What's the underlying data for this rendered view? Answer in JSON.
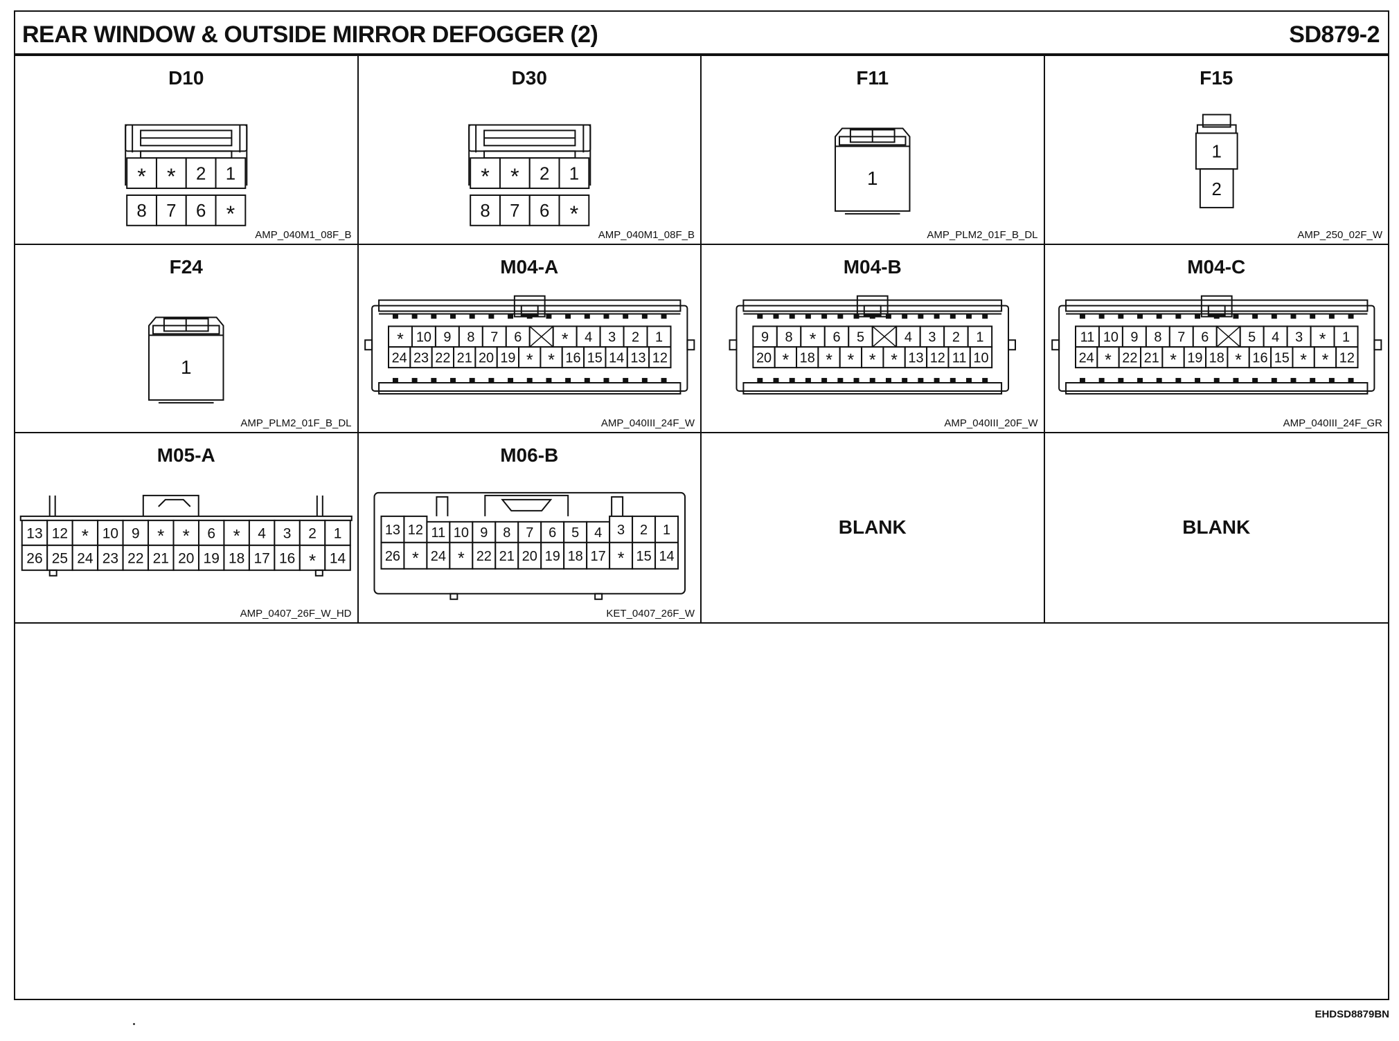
{
  "header": {
    "title": "REAR WINDOW & OUTSIDE MIRROR DEFOGGER (2)",
    "code": "SD879-2"
  },
  "footer": {
    "code": "EHDSD8879BN"
  },
  "connectors": [
    {
      "id": "D10",
      "part": "AMP_040M1_08F_B",
      "rows": [
        [
          "*",
          "*",
          "2",
          "1"
        ],
        [
          "8",
          "7",
          "6",
          "*"
        ]
      ]
    },
    {
      "id": "D30",
      "part": "AMP_040M1_08F_B",
      "rows": [
        [
          "*",
          "*",
          "2",
          "1"
        ],
        [
          "8",
          "7",
          "6",
          "*"
        ]
      ]
    },
    {
      "id": "F11",
      "part": "AMP_PLM2_01F_B_DL",
      "rows": [
        [
          "1"
        ]
      ]
    },
    {
      "id": "F15",
      "part": "AMP_250_02F_W",
      "rows": [
        [
          "1"
        ],
        [
          "2"
        ]
      ]
    },
    {
      "id": "F24",
      "part": "AMP_PLM2_01F_B_DL",
      "rows": [
        [
          "1"
        ]
      ]
    },
    {
      "id": "M04-A",
      "part": "AMP_040III_24F_W",
      "rows": [
        [
          "*",
          "10",
          "9",
          "8",
          "7",
          "6",
          "X",
          "*",
          "4",
          "3",
          "2",
          "1"
        ],
        [
          "24",
          "23",
          "22",
          "21",
          "20",
          "19",
          "*",
          "*",
          "16",
          "15",
          "14",
          "13",
          "12"
        ]
      ]
    },
    {
      "id": "M04-B",
      "part": "AMP_040III_20F_W",
      "rows": [
        [
          "9",
          "8",
          "*",
          "6",
          "5",
          "X",
          "4",
          "3",
          "2",
          "1"
        ],
        [
          "20",
          "*",
          "18",
          "*",
          "*",
          "*",
          "*",
          "13",
          "12",
          "11",
          "10"
        ]
      ]
    },
    {
      "id": "M04-C",
      "part": "AMP_040III_24F_GR",
      "rows": [
        [
          "11",
          "10",
          "9",
          "8",
          "7",
          "6",
          "X",
          "5",
          "4",
          "3",
          "*",
          "1"
        ],
        [
          "24",
          "*",
          "22",
          "21",
          "*",
          "19",
          "18",
          "*",
          "16",
          "15",
          "*",
          "*",
          "12"
        ]
      ]
    },
    {
      "id": "M05-A",
      "part": "AMP_0407_26F_W_HD",
      "rows": [
        [
          "13",
          "12",
          "*",
          "10",
          "9",
          "*",
          "*",
          "6",
          "*",
          "4",
          "3",
          "2",
          "1"
        ],
        [
          "26",
          "25",
          "24",
          "23",
          "22",
          "21",
          "20",
          "19",
          "18",
          "17",
          "16",
          "*",
          "14"
        ]
      ]
    },
    {
      "id": "M06-B",
      "part": "KET_0407_26F_W",
      "rows": [
        [
          "13",
          "12",
          "11",
          "10",
          "9",
          "8",
          "7",
          "6",
          "5",
          "4",
          "3",
          "2",
          "1"
        ],
        [
          "26",
          "*",
          "24",
          "*",
          "22",
          "21",
          "20",
          "19",
          "18",
          "17",
          "*",
          "15",
          "14"
        ]
      ]
    }
  ],
  "blank_label": "BLANK"
}
